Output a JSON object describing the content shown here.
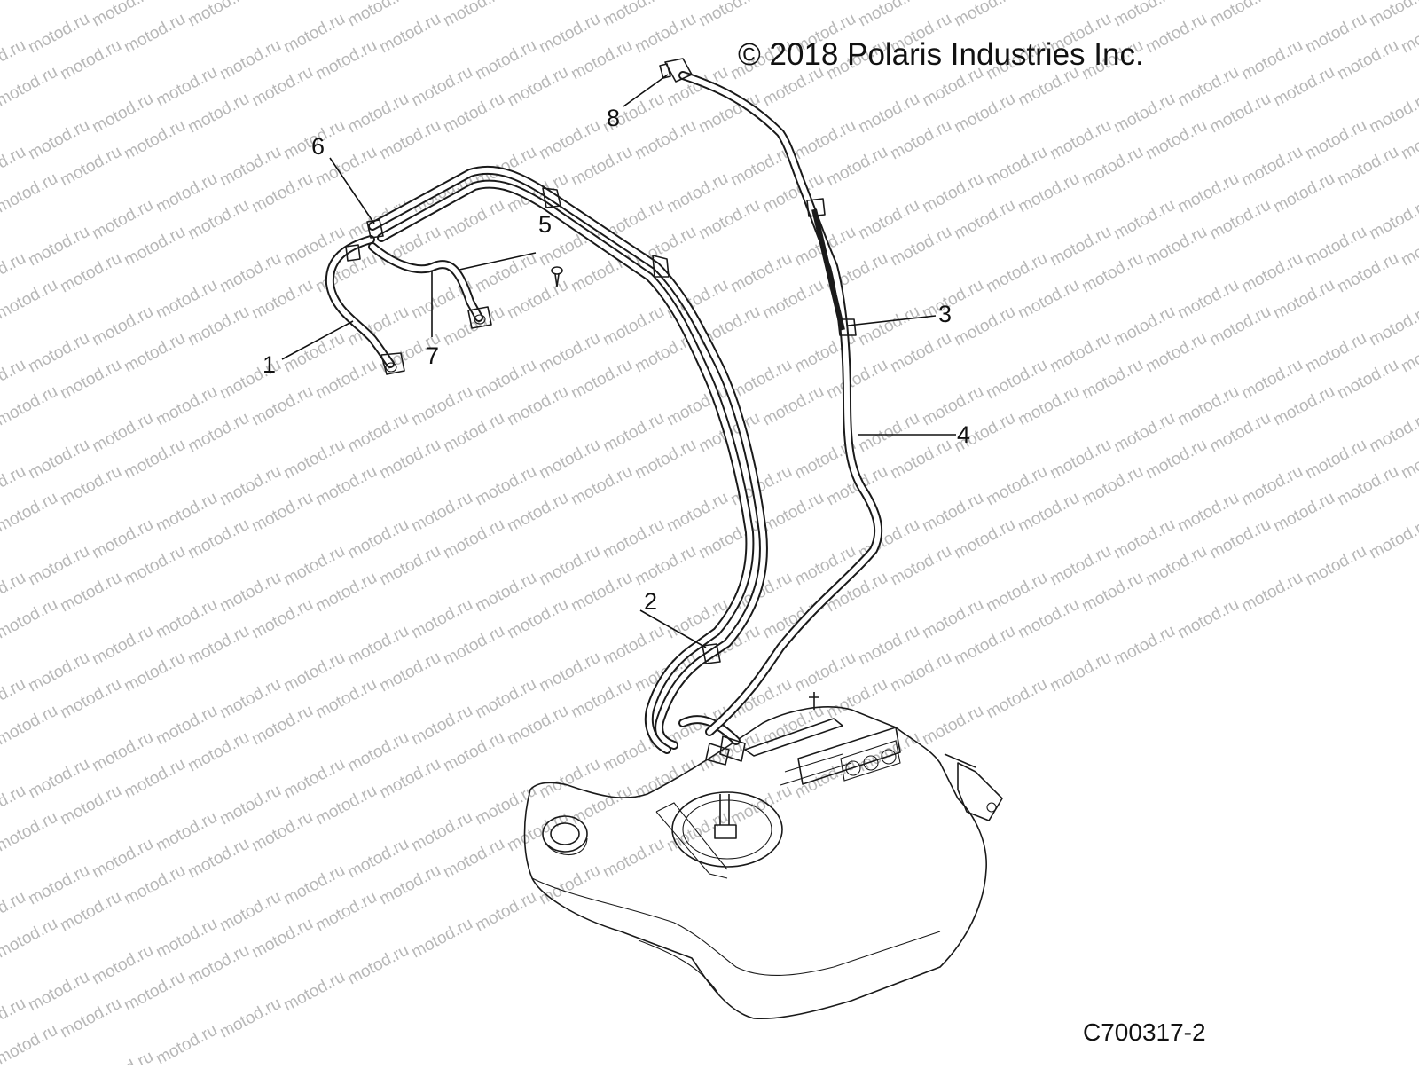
{
  "copyright": "© 2018 Polaris Industries Inc.",
  "drawing_id": "C700317-2",
  "watermark_text": "motod.ru",
  "callouts": [
    {
      "id": "1",
      "label": "1"
    },
    {
      "id": "2",
      "label": "2"
    },
    {
      "id": "3",
      "label": "3"
    },
    {
      "id": "4",
      "label": "4"
    },
    {
      "id": "5",
      "label": "5"
    },
    {
      "id": "6",
      "label": "6"
    },
    {
      "id": "7",
      "label": "7"
    },
    {
      "id": "8",
      "label": "8"
    }
  ],
  "colors": {
    "ink": "#111111",
    "watermark": "#b8b8b8",
    "background": "#ffffff"
  }
}
